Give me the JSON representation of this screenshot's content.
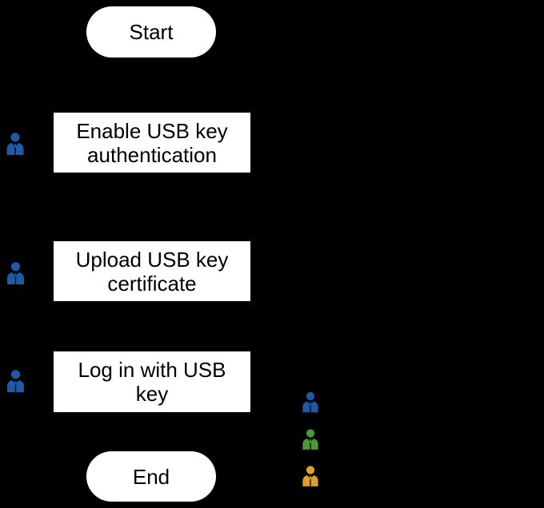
{
  "page": {
    "background": "#000000"
  },
  "flowchart": {
    "node_fill": "#FFFFFF",
    "node_text_color": "#000000",
    "nodes": [
      {
        "id": "start",
        "type": "terminator",
        "label": "Start"
      },
      {
        "id": "enable-usb-key-authentication",
        "type": "process",
        "label": "Enable USB key authentication",
        "actor": "blue-user"
      },
      {
        "id": "upload-usb-key-certificate",
        "type": "process",
        "label": "Upload USB key certificate",
        "actor": "blue-user"
      },
      {
        "id": "log-in-with-usb-key",
        "type": "process",
        "label": "Log in with USB key",
        "actor": "blue-user"
      },
      {
        "id": "end",
        "type": "terminator",
        "label": "End"
      }
    ]
  },
  "actors": {
    "blue_user_color": "#1E5AA8"
  },
  "legend": {
    "items": [
      {
        "icon": "user-icon",
        "color_name": "blue",
        "color": "#1E5AA8"
      },
      {
        "icon": "user-icon",
        "color_name": "green",
        "color": "#4E9934"
      },
      {
        "icon": "user-icon",
        "color_name": "orange",
        "color": "#DCA22A"
      }
    ]
  }
}
